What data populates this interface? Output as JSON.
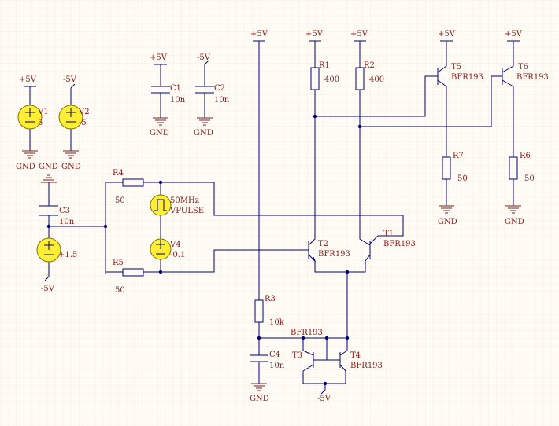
{
  "labels": {
    "vcc": "+5V",
    "vee": "-5V",
    "gnd": "GND",
    "v1_name": "V1",
    "v1_val": "5",
    "v2_name": "V2",
    "v2_val": "-5",
    "v3_val": "+1.5",
    "v4_name": "V4",
    "v4_val": "-0.1",
    "pulse_freq": "50MHz",
    "pulse_name": "VPULSE",
    "c1_name": "C1",
    "c1_val": "10n",
    "c2_name": "C2",
    "c2_val": "10n",
    "c3_name": "C3",
    "c3_val": "10n",
    "c4_name": "C4",
    "c4_val": "10n",
    "r1_name": "R1",
    "r1_val": "400",
    "r2_name": "R2",
    "r2_val": "400",
    "r3_name": "R3",
    "r3_val": "10k",
    "r4_name": "R4",
    "r4_val": "50",
    "r5_name": "R5",
    "r5_val": "50",
    "r6_name": "R6",
    "r6_val": "50",
    "r7_name": "R7",
    "r7_val": "50",
    "t1_name": "T1",
    "t2_name": "T2",
    "t3_name": "T3",
    "t4_name": "T4",
    "t5_name": "T5",
    "t6_name": "T6",
    "part": "BFR193"
  },
  "colors": {
    "wire": "#00007f",
    "label": "#8b1a1a",
    "source_fill": "#ffee33",
    "ground": "#7a2020",
    "background": "#fffcf6",
    "grid": "#eee6d9"
  }
}
